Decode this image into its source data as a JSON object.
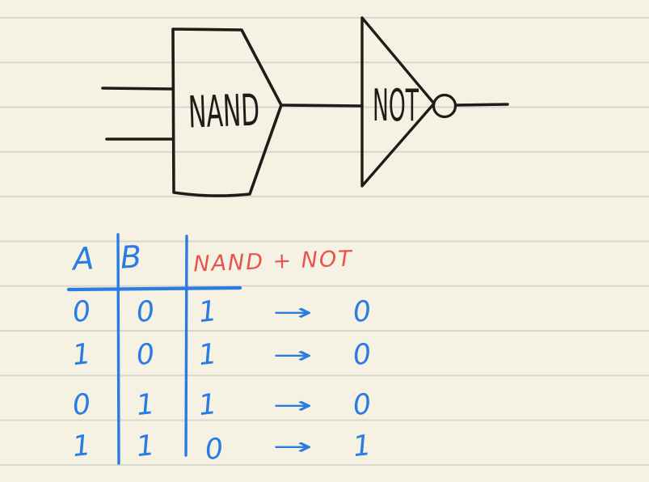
{
  "colors": {
    "paper": "#F5F2E3",
    "rule-line": "#D8D7CE",
    "black-ink": "#1D1C19",
    "blue-ink": "#2A7BE2",
    "red-ink": "#E8534E"
  },
  "circuit": {
    "nand_gate_label": "NAND",
    "not_gate_label": "NOT"
  },
  "truth_table": {
    "headers": {
      "input_a": "A",
      "input_b": "B",
      "result": "NAND + NOT"
    },
    "arrow": "→",
    "rows": [
      {
        "a": "0",
        "b": "0",
        "nand": "1",
        "result": "0"
      },
      {
        "a": "1",
        "b": "0",
        "nand": "1",
        "result": "0"
      },
      {
        "a": "0",
        "b": "1",
        "nand": "1",
        "result": "0"
      },
      {
        "a": "1",
        "b": "1",
        "nand": "0",
        "result": "1"
      }
    ]
  }
}
